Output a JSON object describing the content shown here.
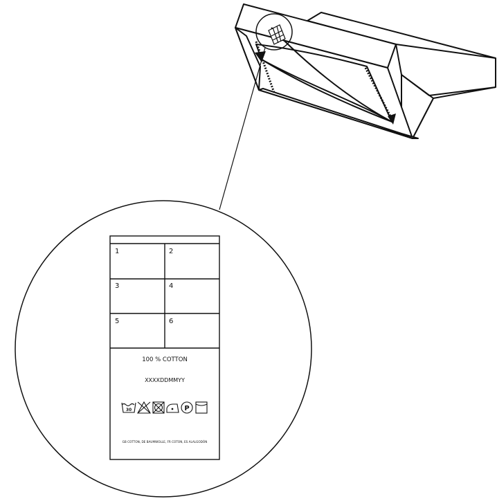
{
  "label": {
    "cells": [
      "1",
      "2",
      "3",
      "4",
      "5",
      "6"
    ],
    "composition": "100 % COTTON",
    "code": "XXXXDDMMYY",
    "care_symbols": [
      {
        "name": "wash-30-icon",
        "text": "30"
      },
      {
        "name": "do-not-bleach-icon"
      },
      {
        "name": "do-not-tumble-dry-icon"
      },
      {
        "name": "iron-low-icon"
      },
      {
        "name": "dry-clean-p-icon",
        "text": "P"
      },
      {
        "name": "line-dry-icon"
      }
    ],
    "languages": "GB COTTON, DE BAUMWOLLE, FR COTON, ES ALALGODÓN"
  },
  "colors": {
    "line": "#111111",
    "background": "#ffffff"
  }
}
